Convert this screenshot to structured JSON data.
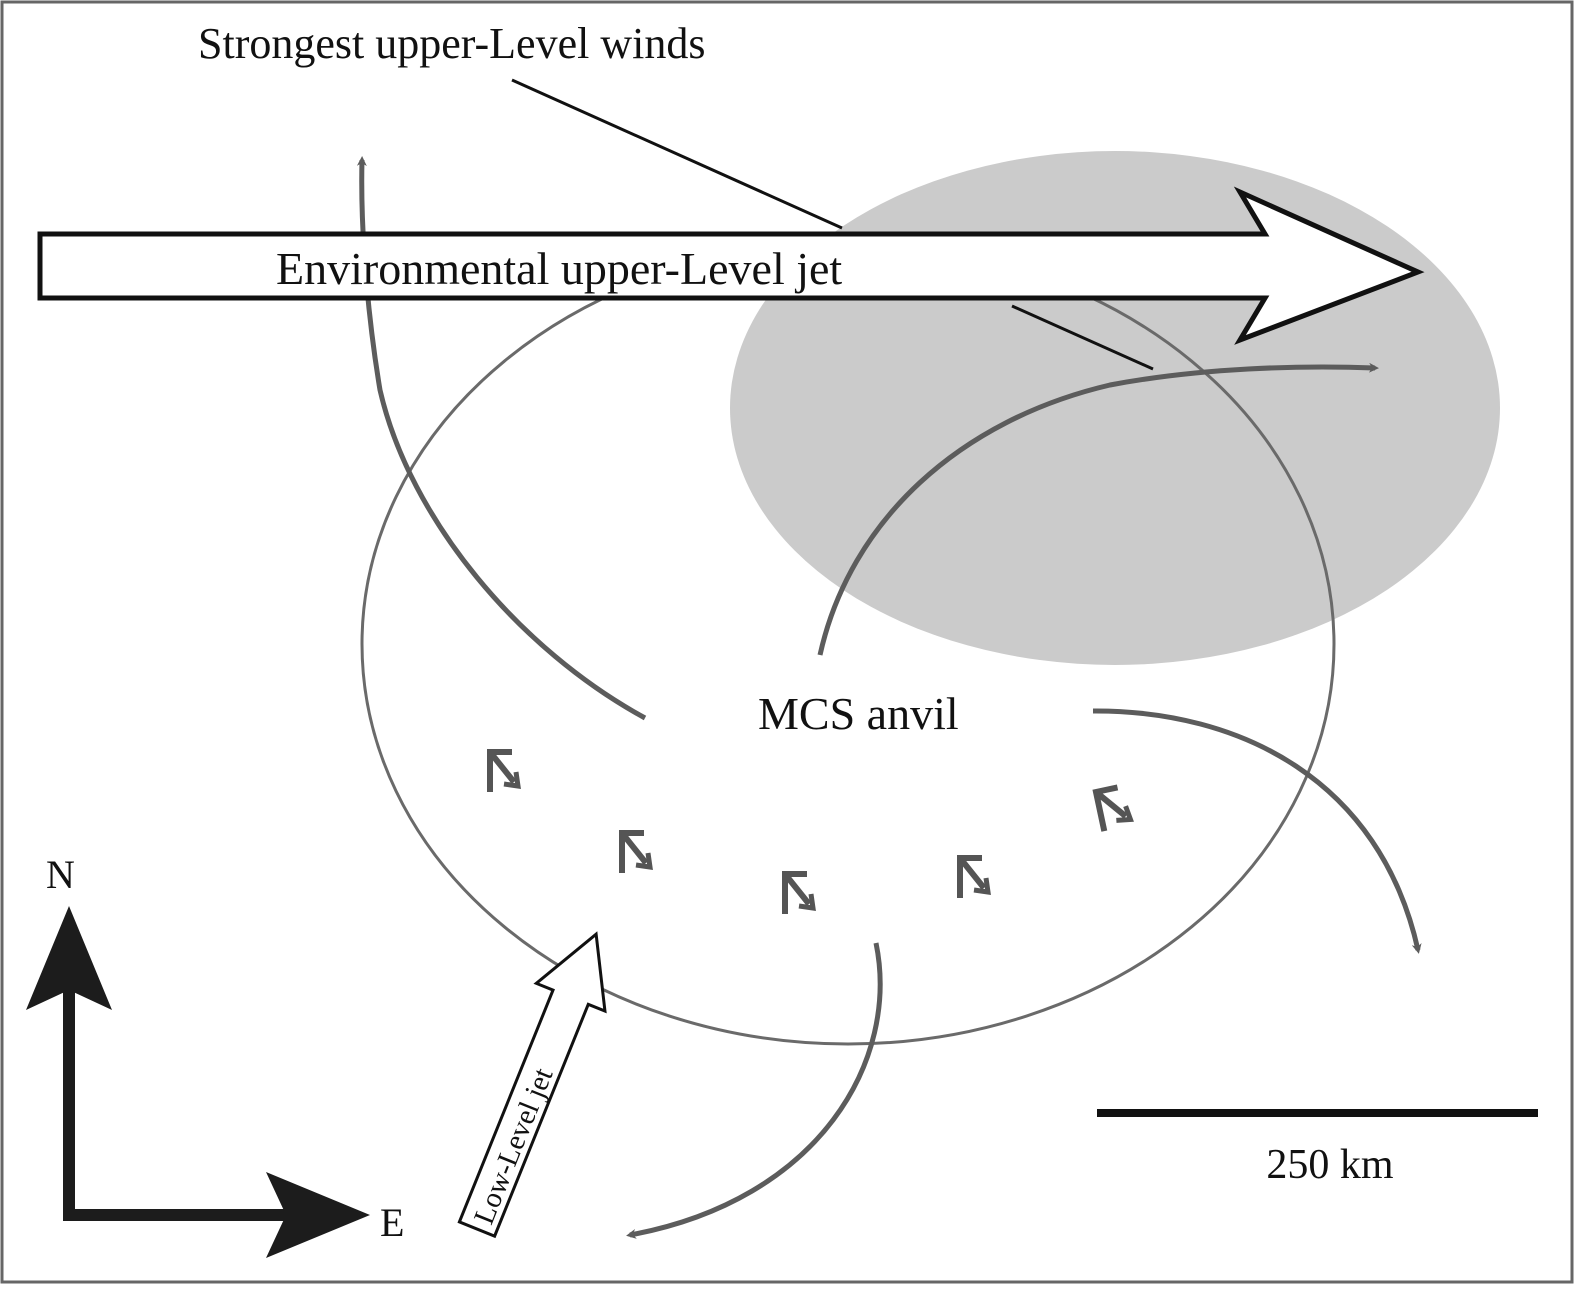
{
  "labels": {
    "strongest_winds": "Strongest upper-Level winds",
    "upper_jet": "Environmental upper-Level jet",
    "mcs_anvil": "MCS anvil",
    "low_jet": "Low-Level jet",
    "north": "N",
    "east": "E",
    "scale": "250 km"
  },
  "colors": {
    "shaded_region": "#cbcbcb",
    "flow_arrow": "#5c5c5c",
    "outline": "#111111",
    "anvil_outline": "#6a6a6a",
    "background": "#ffffff"
  },
  "scale_bar_km": 250,
  "surface_wind_symbols": 5
}
